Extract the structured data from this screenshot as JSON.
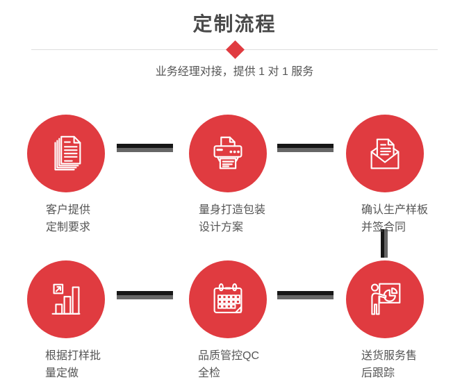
{
  "header": {
    "title": "定制流程",
    "subtitle": "业务经理对接，提供 1 对 1 服务"
  },
  "steps": [
    {
      "icon": "documents-icon",
      "label_line1": "客户提供",
      "label_line2": "定制要求"
    },
    {
      "icon": "printer-icon",
      "label_line1": "量身打造包装",
      "label_line2": "设计方案"
    },
    {
      "icon": "envelope-icon",
      "label_line1": "确认生产样板",
      "label_line2": "并签合同"
    },
    {
      "icon": "bar-chart-icon",
      "label_line1": "根据打样批",
      "label_line2": "量定做"
    },
    {
      "icon": "calendar-icon",
      "label_line1": "品质管控QC",
      "label_line2": "全检"
    },
    {
      "icon": "presenter-icon",
      "label_line1": "送货服务售",
      "label_line2": "后跟踪"
    }
  ],
  "colors": {
    "accent_red": "#e03b40",
    "title_text": "#4a4a4a",
    "body_text": "#555555",
    "divider_line": "#dddddd",
    "connector_dark": "#161616",
    "connector_gray": "#666666",
    "icon_stroke": "#ffffff"
  }
}
